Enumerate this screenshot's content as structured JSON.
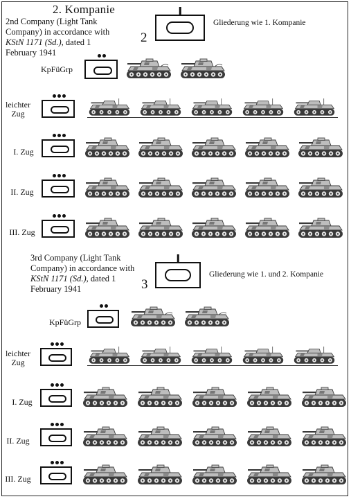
{
  "header": {
    "title": "2. Kompanie"
  },
  "company2": {
    "caption_plain_1": "2nd Company (Light Tank Company) in accordance with ",
    "caption_italic_1": "KStN 1171 (Sd.)",
    "caption_plain_2": ", dated 1 February 1941",
    "number": "2",
    "note": "Gliederung wie 1. Kompanie",
    "rows": [
      {
        "label": "KpFüGrp",
        "dots": 2,
        "tanks": 2,
        "tank_type": "command"
      },
      {
        "label": "leichter Zug",
        "dots": 3,
        "tanks": 5,
        "tank_type": "light"
      },
      {
        "label": "I. Zug",
        "dots": 3,
        "tanks": 5,
        "tank_type": "medium"
      },
      {
        "label": "II. Zug",
        "dots": 3,
        "tanks": 5,
        "tank_type": "medium"
      },
      {
        "label": "III. Zug",
        "dots": 3,
        "tanks": 5,
        "tank_type": "medium"
      }
    ]
  },
  "company3": {
    "caption_plain_1": "3rd Company (Light Tank Company) in accordance with ",
    "caption_italic_1": "KStN 1171 (Sd.)",
    "caption_plain_2": ", dated 1 February 1941",
    "number": "3",
    "note": "Gliederung wie 1. und 2. Kompanie",
    "rows": [
      {
        "label": "KpFüGrp",
        "dots": 2,
        "tanks": 2,
        "tank_type": "command"
      },
      {
        "label": "leichter Zug",
        "dots": 3,
        "tanks": 5,
        "tank_type": "light"
      },
      {
        "label": "I. Zug",
        "dots": 3,
        "tanks": 5,
        "tank_type": "medium"
      },
      {
        "label": "II. Zug",
        "dots": 3,
        "tanks": 5,
        "tank_type": "medium"
      },
      {
        "label": "III. Zug",
        "dots": 3,
        "tanks": 5,
        "tank_type": "medium"
      }
    ]
  },
  "colors": {
    "ink": "#111111",
    "tank_fill": "#bdbdbd",
    "tank_dark": "#3a3a3a",
    "paper": "#ffffff"
  },
  "icons": {
    "unit_symbol": "tank-unit-symbol-icon",
    "tank": "panzer-tank-icon"
  }
}
